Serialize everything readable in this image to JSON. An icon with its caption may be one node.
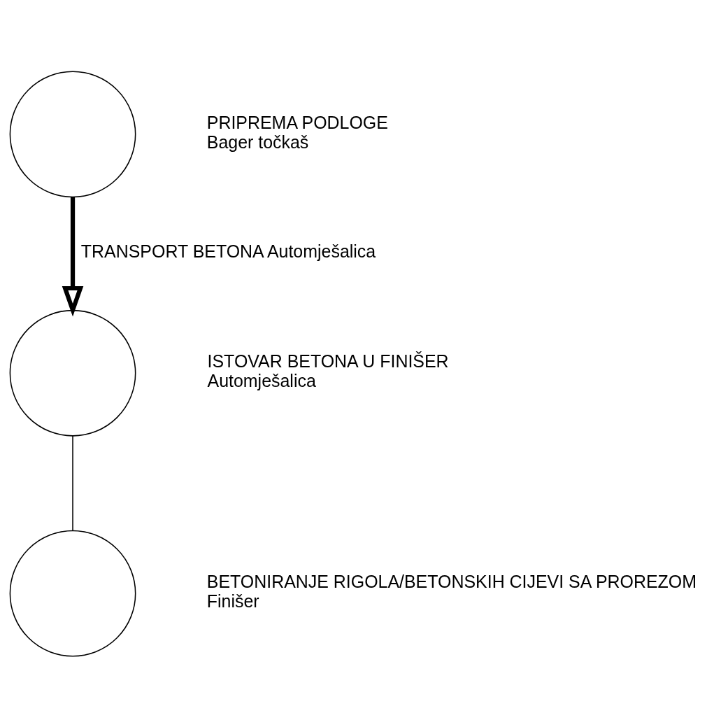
{
  "diagram": {
    "nodes": [
      {
        "text": [],
        "shape": "circle",
        "beside": [
          "PRIPREMA PODLOGE",
          "Bager točkaš"
        ]
      },
      {
        "text": [],
        "shape": "circle",
        "beside": [
          "ISTOVAR BETONA U FINIŠER",
          "Automješalica"
        ]
      },
      {
        "text": [],
        "shape": "circle",
        "beside": [
          "BETONIRANJE RIGOLA/BETONSKIH CIJEVI SA PROREZOM",
          "Finišer"
        ]
      }
    ],
    "edges": [
      {
        "from": 0,
        "to": 1,
        "arrow": "to",
        "style": "thick",
        "label": "TRANSPORT BETONA Automješalica"
      },
      {
        "from": 1,
        "to": 2,
        "arrow": "none"
      }
    ]
  }
}
